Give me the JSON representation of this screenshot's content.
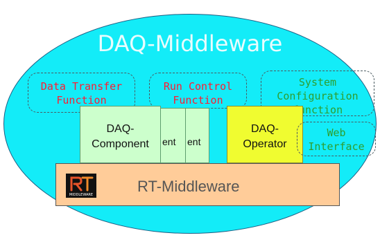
{
  "diagram": {
    "title": "DAQ-Middleware",
    "functions": {
      "data_transfer": [
        "Data Transfer",
        "Function"
      ],
      "run_control": [
        "Run Control",
        "Function"
      ],
      "system_config": [
        "System",
        "Configuration",
        "function"
      ],
      "web_interface": [
        "Web",
        "Interface"
      ]
    },
    "daq_component": [
      "DAQ-",
      "Component"
    ],
    "component_fragment_2": "ent",
    "component_fragment_3": "ent",
    "daq_operator": [
      "DAQ-",
      "Operator"
    ],
    "rt_middleware": "RT-Middleware",
    "logo": {
      "letters": "RT",
      "caption": "MIDDLEWARE"
    }
  },
  "colors": {
    "ellipse": "#13ecf8",
    "component": "#ccffcc",
    "operator": "#f0fc30",
    "rt_middleware": "#ffcc99",
    "function_text": "#ff1c32",
    "config_text": "#2e9e2e"
  }
}
